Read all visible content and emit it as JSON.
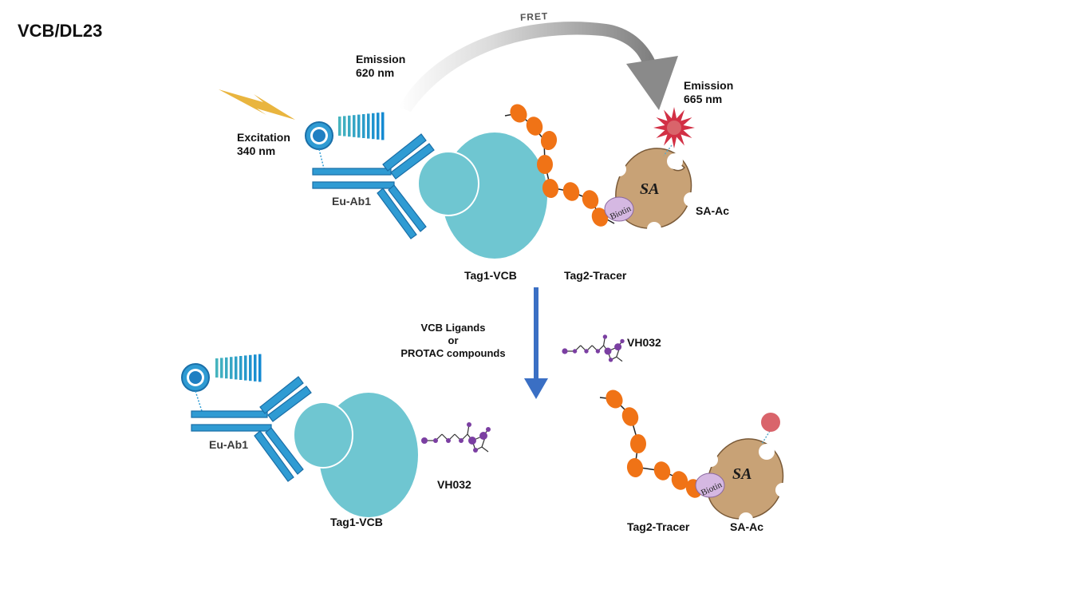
{
  "title": "VCB/DL23",
  "labels": {
    "fret": "FRET",
    "emission_620": [
      "Emission",
      "620 nm"
    ],
    "emission_665": [
      "Emission",
      "665 nm"
    ],
    "excitation": [
      "Excitation",
      "340 nm"
    ],
    "eu_ab1": "Eu-Ab1",
    "sa": "SA",
    "biotin": "Biotin",
    "sa_ac": "SA-Ac",
    "tag1_vcb": "Tag1-VCB",
    "tag2_tracer": "Tag2-Tracer",
    "compounds": [
      "VCB Ligands",
      "or",
      "PROTAC compounds"
    ],
    "vh032": "VH032"
  },
  "colors": {
    "antibody": "#2f9bd3",
    "protein": "#6fc6d1",
    "tracer_bead": "#f07316",
    "sa_body": "#c8a276",
    "biotin": "#d5b8e2",
    "molecule": "#7b3fa2",
    "emission_star": "#d23045",
    "acceptor": "#d9646b",
    "lightning": "#e9b53f",
    "arrow": "#3a6fc4",
    "fret_arrow": "#8a8a8a"
  }
}
